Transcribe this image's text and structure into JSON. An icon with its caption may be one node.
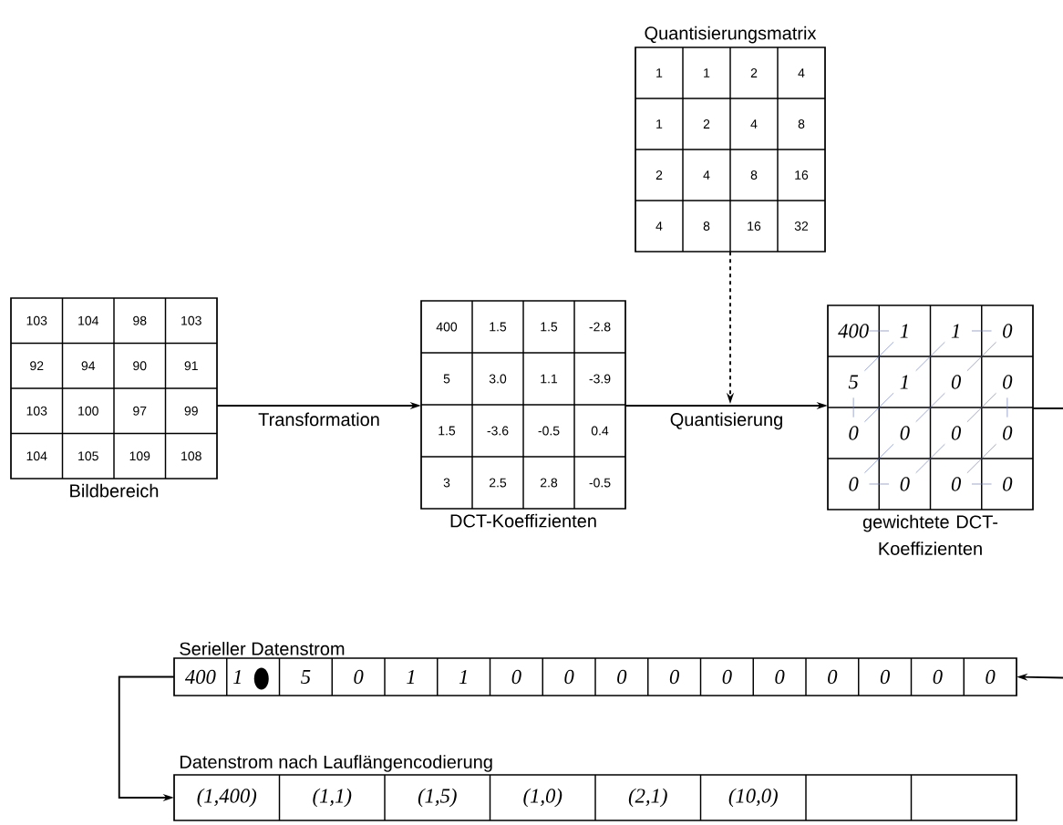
{
  "diagram": {
    "nodes": [
      {
        "text": [
          "Quantisierungsmatrix"
        ]
      },
      {
        "text": [
          "Bildbereich"
        ]
      },
      {
        "text": [
          "DCT-Koeffizienten"
        ]
      },
      {
        "text": [
          "gewichtete DCT-Koeffizienten"
        ]
      },
      {
        "text": [
          "Serieller Datenstrom"
        ]
      },
      {
        "text": [
          "Datenstrom nach Lauflängencodierung"
        ]
      }
    ],
    "edges": [
      {
        "from": 1,
        "to": 2,
        "arrow": "to",
        "label": "Transformation"
      },
      {
        "from": 2,
        "to": 3,
        "arrow": "to",
        "label": "Quantisierung"
      },
      {
        "from": 0,
        "to": null,
        "arrow": "to",
        "style": "dashed"
      },
      {
        "from": 3,
        "to": null,
        "arrow": "none"
      },
      {
        "from": null,
        "to": 4,
        "arrow": "to"
      },
      {
        "from": 4,
        "to": 5,
        "arrow": "to"
      }
    ],
    "labels": [
      "1",
      "1",
      "2",
      "4",
      "1",
      "2",
      "4",
      "8",
      "2",
      "4",
      "8",
      "16",
      "4",
      "8",
      "16",
      "32",
      "103",
      "104",
      "98",
      "103",
      "92",
      "94",
      "90",
      "91",
      "103",
      "100",
      "97",
      "99",
      "104",
      "105",
      "109",
      "108",
      "400",
      "1.5",
      "1.5",
      "-2.8",
      "5",
      "3.0",
      "1.1",
      "-3.9",
      "1.5",
      "-3.6",
      "-0.5",
      "0.4",
      "3",
      "2.5",
      "2.8",
      "-0.5",
      "400",
      "1",
      "1",
      "0",
      "5",
      "1",
      "0",
      "0",
      "0",
      "0",
      "0",
      "0",
      "0",
      "0",
      "0",
      "0",
      "400",
      "1",
      "5",
      "0",
      "1",
      "1",
      "0",
      "0",
      "0",
      "0",
      "0",
      "0",
      "0",
      "0",
      "0",
      "0",
      "(1,400)",
      "(1,1)",
      "(1,5)",
      "(1,0)",
      "(2,1)",
      "(10,0)"
    ]
  }
}
